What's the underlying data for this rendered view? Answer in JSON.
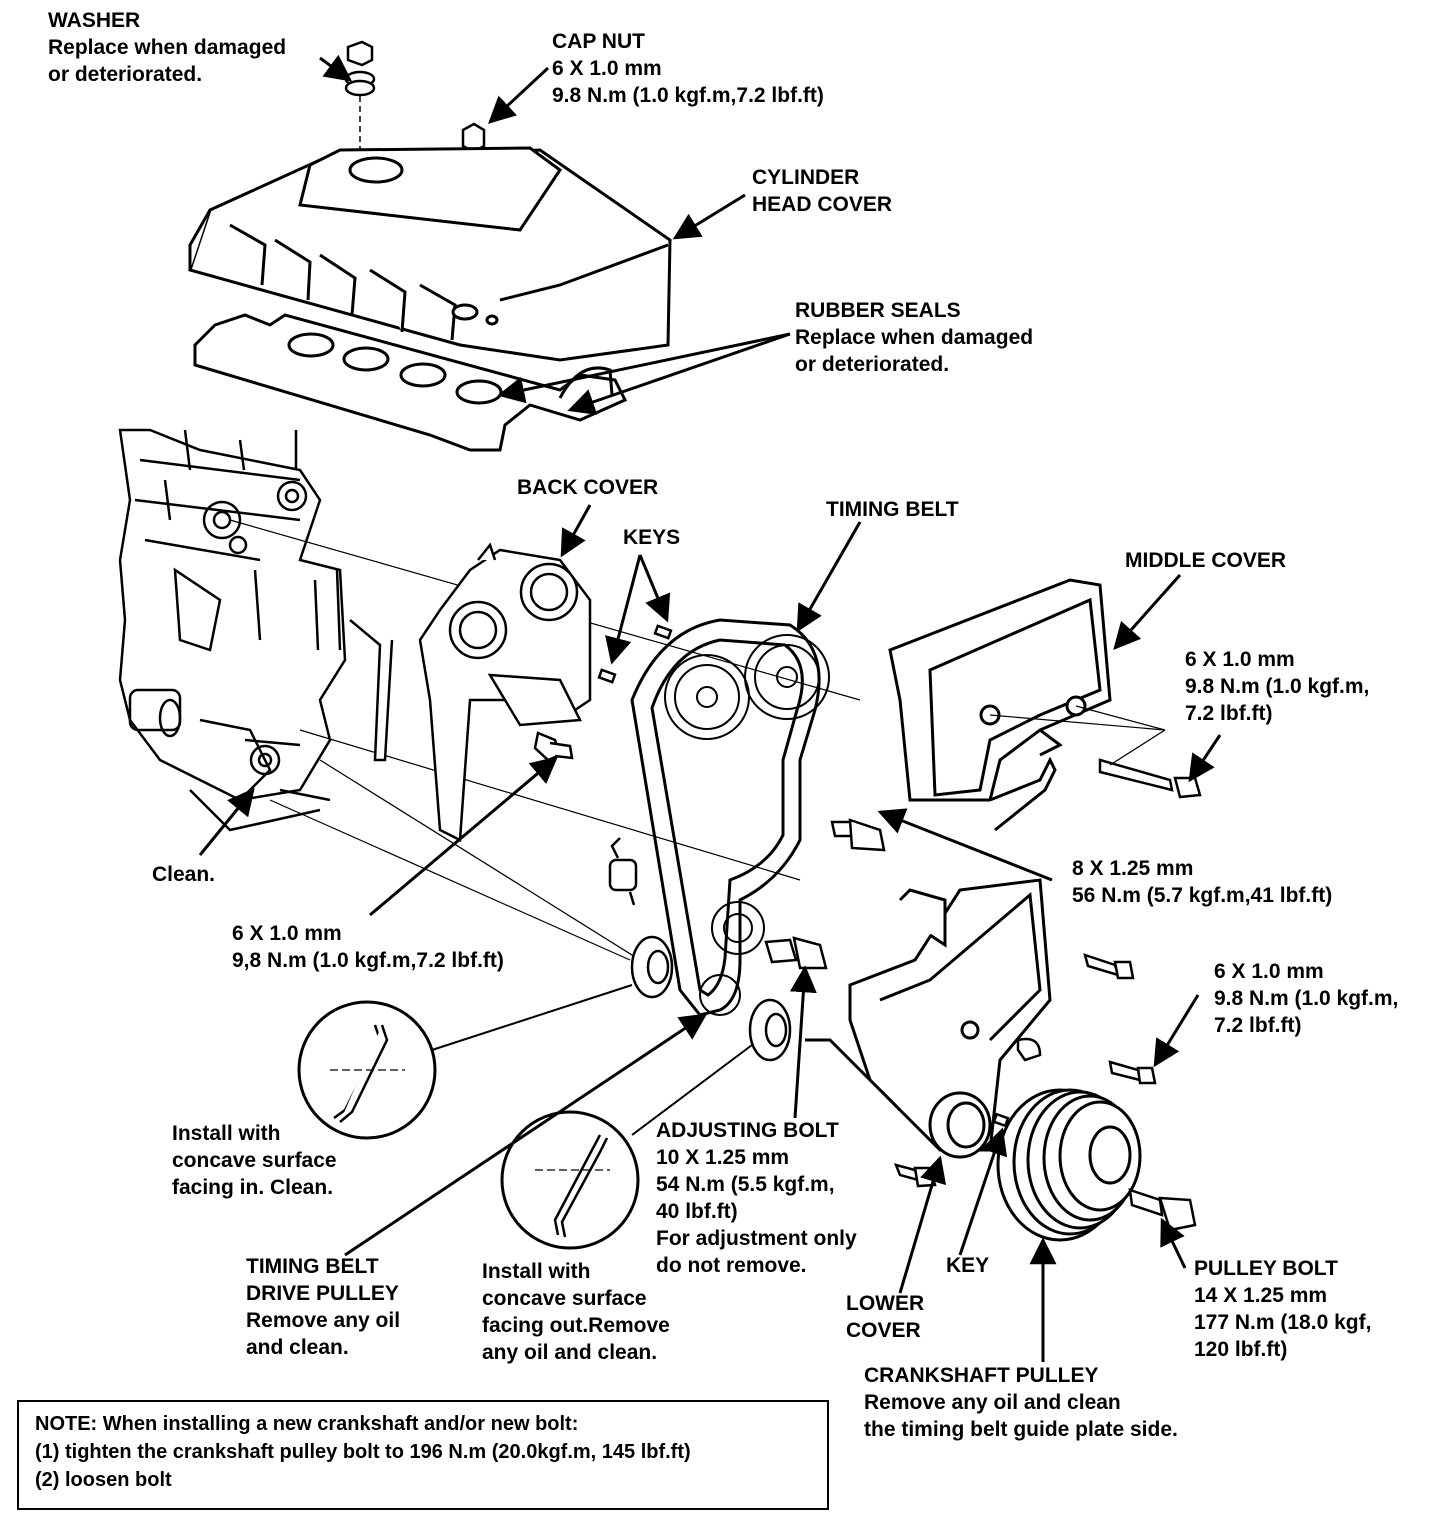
{
  "labels": {
    "washer": [
      "WASHER",
      "Replace when damaged",
      "or deteriorated."
    ],
    "cap_nut": [
      "CAP NUT",
      "6 X 1.0 mm",
      "9.8 N.m (1.0 kgf.m,7.2 lbf.ft)"
    ],
    "cylinder_head_cover": [
      "CYLINDER",
      "HEAD COVER"
    ],
    "rubber_seals": [
      "RUBBER SEALS",
      "Replace when damaged",
      "or deteriorated."
    ],
    "back_cover": [
      "BACK COVER"
    ],
    "keys": [
      "KEYS"
    ],
    "timing_belt": [
      "TIMING BELT"
    ],
    "middle_cover": [
      "MIDDLE COVER"
    ],
    "middle_cover_bolt": [
      "6 X 1.0 mm",
      "9.8 N.m (1.0 kgf.m,",
      "7.2 lbf.ft)"
    ],
    "clean": [
      "Clean."
    ],
    "back_cover_bolt": [
      "6 X 1.0 mm",
      "9,8 N.m (1.0 kgf.m,7.2 lbf.ft)"
    ],
    "tensioner_bolt": [
      "8 X 1.25 mm",
      "56 N.m (5.7 kgf.m,41 lbf.ft)"
    ],
    "lower_cover_bolt": [
      "6 X 1.0 mm",
      "9.8 N.m (1.0 kgf.m,",
      "7.2 lbf.ft)"
    ],
    "install_in": [
      "Install with",
      "concave surface",
      "facing in. Clean."
    ],
    "adjusting_bolt": [
      "ADJUSTING BOLT",
      "10 X 1.25 mm",
      "54 N.m (5.5 kgf.m,",
      "40 lbf.ft)",
      "For adjustment only",
      "do not remove."
    ],
    "drive_pulley": [
      "TIMING BELT",
      "DRIVE PULLEY",
      "Remove any oil",
      "and clean."
    ],
    "install_out": [
      "Install with",
      "concave surface",
      "facing out.Remove",
      "any oil and clean."
    ],
    "key": [
      "KEY"
    ],
    "lower_cover": [
      "LOWER",
      "COVER"
    ],
    "pulley_bolt": [
      "PULLEY BOLT",
      "14 X 1.25 mm",
      "177 N.m (18.0 kgf,",
      "120 lbf.ft)"
    ],
    "crankshaft_pulley": [
      "CRANKSHAFT PULLEY",
      "Remove any oil and clean",
      "the timing belt guide plate side."
    ]
  },
  "note": [
    "NOTE:  When installing a new crankshaft and/or new bolt:",
    "(1) tighten the crankshaft pulley bolt to 196 N.m (20.0kgf.m, 145 lbf.ft)",
    "(2) loosen bolt"
  ]
}
